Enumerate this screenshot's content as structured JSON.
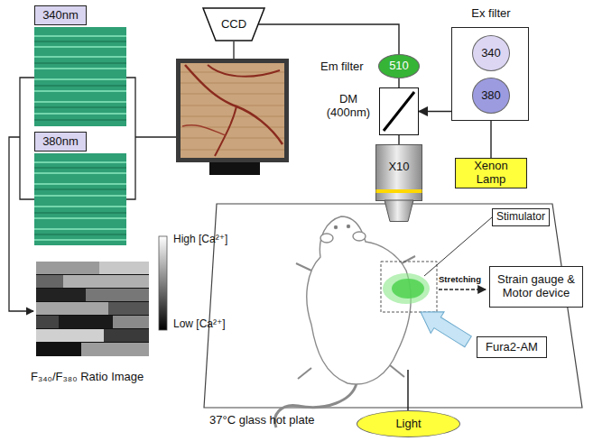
{
  "diagram": {
    "nodes": [
      {
        "text": [
          "340nm"
        ]
      },
      {
        "text": [
          "380nm"
        ]
      },
      {
        "text": [
          "CCD"
        ]
      },
      {
        "text": [
          "510"
        ]
      },
      {
        "text": [
          "Ex filter"
        ]
      },
      {
        "text": [
          "340"
        ],
        "in": 4
      },
      {
        "text": [
          "380"
        ],
        "in": 4
      },
      {
        "text": [
          "DM (400nm)"
        ]
      },
      {
        "text": [
          "Xenon Lamp"
        ]
      },
      {
        "text": [
          "X10"
        ]
      },
      {
        "text": [
          "Stimulator"
        ]
      },
      {
        "text": [
          "Strain gauge & Motor device"
        ]
      },
      {
        "text": [
          "Fura2-AM"
        ]
      },
      {
        "text": [
          "Light"
        ]
      }
    ],
    "edges": [
      {
        "from": 2,
        "to": 3,
        "arrow": "none"
      },
      {
        "from": 3,
        "to": 7,
        "arrow": "none"
      },
      {
        "from": 7,
        "to": 9,
        "arrow": "none"
      },
      {
        "from": 4,
        "to": 7,
        "arrow": "to"
      },
      {
        "from": 8,
        "to": 4,
        "arrow": "none"
      }
    ],
    "labels": [
      "Em filter",
      "High [Ca²⁺]",
      "Low [Ca²⁺]",
      "F₃₄₀/F₃₈₀ Ratio Image",
      "Stretching",
      "37°C glass hot plate"
    ]
  }
}
